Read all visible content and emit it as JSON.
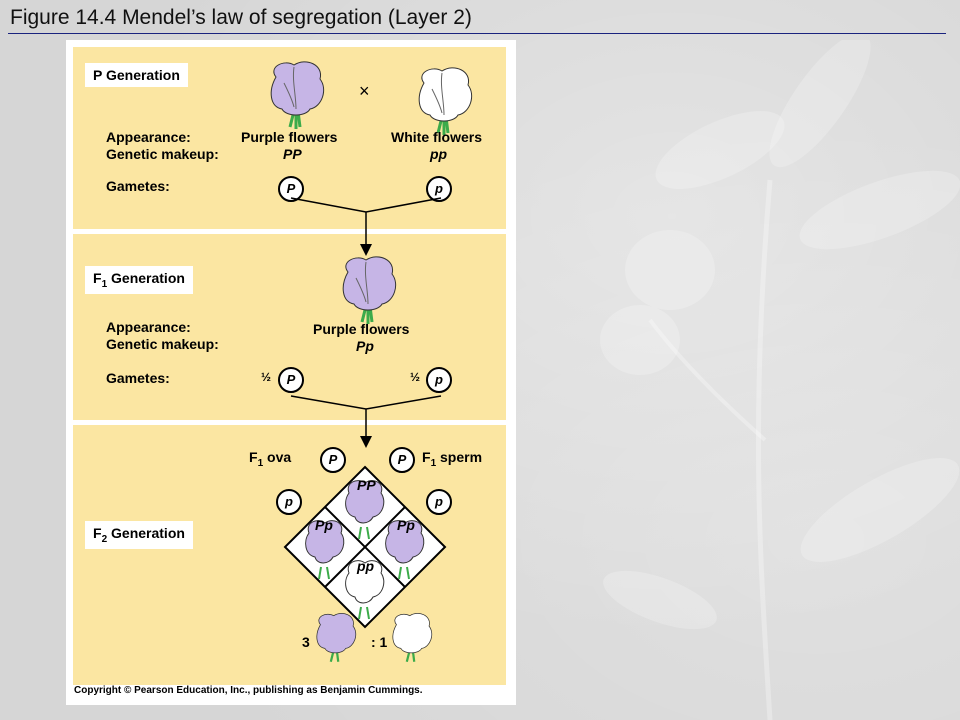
{
  "slide": {
    "title": "Figure 14.4  Mendel’s law of segregation (Layer 2)"
  },
  "p_generation": {
    "label": "P Generation",
    "cross_symbol": "×",
    "appearance_label": "Appearance:",
    "genetic_label": "Genetic makeup:",
    "gametes_label": "Gametes:",
    "parent1": {
      "appearance": "Purple flowers",
      "genotype": "PP",
      "gamete": "P"
    },
    "parent2": {
      "appearance": "White flowers",
      "genotype": "pp",
      "gamete": "p"
    }
  },
  "f1_generation": {
    "label_main": "F",
    "label_sub": "1",
    "label_rest": " Generation",
    "appearance_label": "Appearance:",
    "genetic_label": "Genetic makeup:",
    "gametes_label": "Gametes:",
    "appearance": "Purple flowers",
    "genotype": "Pp",
    "gamete_left_fraction": "½",
    "gamete_left": "P",
    "gamete_right_fraction": "½",
    "gamete_right": "p"
  },
  "f2_generation": {
    "label_main": "F",
    "label_sub": "2",
    "label_rest": " Generation",
    "ova_main": "F",
    "ova_sub": "1",
    "ova_rest": " ova",
    "sperm_main": "F",
    "sperm_sub": "1",
    "sperm_rest": " sperm",
    "ova_top": "P",
    "ova_bottom": "p",
    "sperm_top": "P",
    "sperm_bottom": "p",
    "punnett": {
      "top": "PP",
      "left": "Pp",
      "right": "Pp",
      "bottom": "pp"
    },
    "ratio_left": "3",
    "ratio_right": ": 1"
  },
  "colors": {
    "panel": "#fbe6a2",
    "purple_flower": "#c6b5e6",
    "white_flower": "#ffffff",
    "stem": "#3cab4a"
  },
  "copyright": "Copyright © Pearson Education, Inc., publishing as Benjamin Cummings."
}
